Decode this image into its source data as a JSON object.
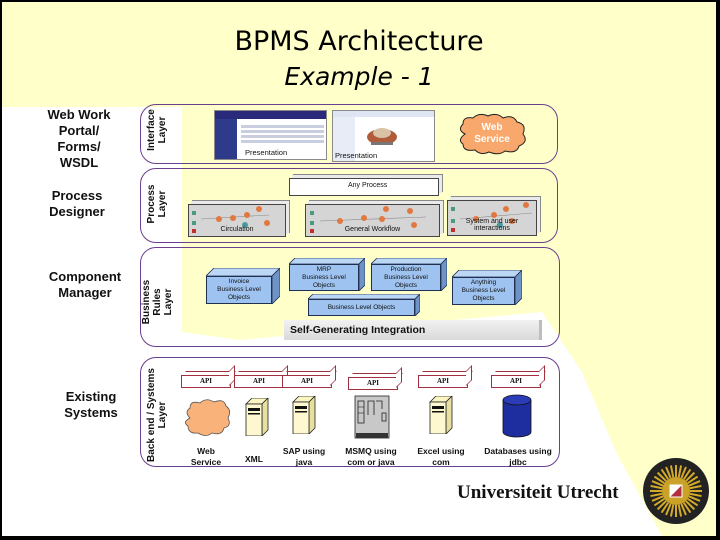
{
  "title": "BPMS Architecture",
  "subtitle": "Example - 1",
  "side_labels": [
    "Web Work\nPortal/\nForms/\nWSDL",
    "Process\nDesigner",
    "Component\nManager",
    "Existing\nSystems"
  ],
  "layers": {
    "interface": {
      "label": "Interface\nLayer",
      "screenshots": [
        "Presentation",
        "Presentation"
      ],
      "cloud_label": "Web\nService"
    },
    "process": {
      "label": "Process\nLayer",
      "top_process": "Any Process",
      "processes": [
        "Circulation",
        "General Workflow",
        "System and user interactions"
      ]
    },
    "business": {
      "label": "Business\nRules\nLayer",
      "objects": [
        "Invoice\nBusiness Level\nObjects",
        "MRP\nBusiness Level\nObjects",
        "Production\nBusiness Level\nObjects",
        "Anything\nBusiness Level\nObjects",
        "Business Level Objects"
      ],
      "integration_bar": "Self-Generating Integration"
    },
    "backend": {
      "label": "Back end / Systems\nLayer",
      "api_label": "API",
      "systems": [
        {
          "icon": "cloud-icon",
          "label": "Web\nService"
        },
        {
          "icon": "server-icon",
          "label": "XML"
        },
        {
          "icon": "server-icon",
          "label": "SAP using\njava"
        },
        {
          "icon": "mainframe-icon",
          "label": "MSMQ using\ncom or java"
        },
        {
          "icon": "server-icon",
          "label": "Excel using\ncom"
        },
        {
          "icon": "database-icon",
          "label": "Databases using\njdbc"
        }
      ]
    }
  },
  "footer": {
    "university": "Universiteit Utrecht"
  },
  "colors": {
    "background_yellow": "#ffffc9",
    "layer_border": "#6b3f8f",
    "object_blue": "#9ec3f0",
    "cloud_orange": "#f8b27a",
    "database_blue": "#1f2e9e",
    "api_border": "#a03040"
  }
}
